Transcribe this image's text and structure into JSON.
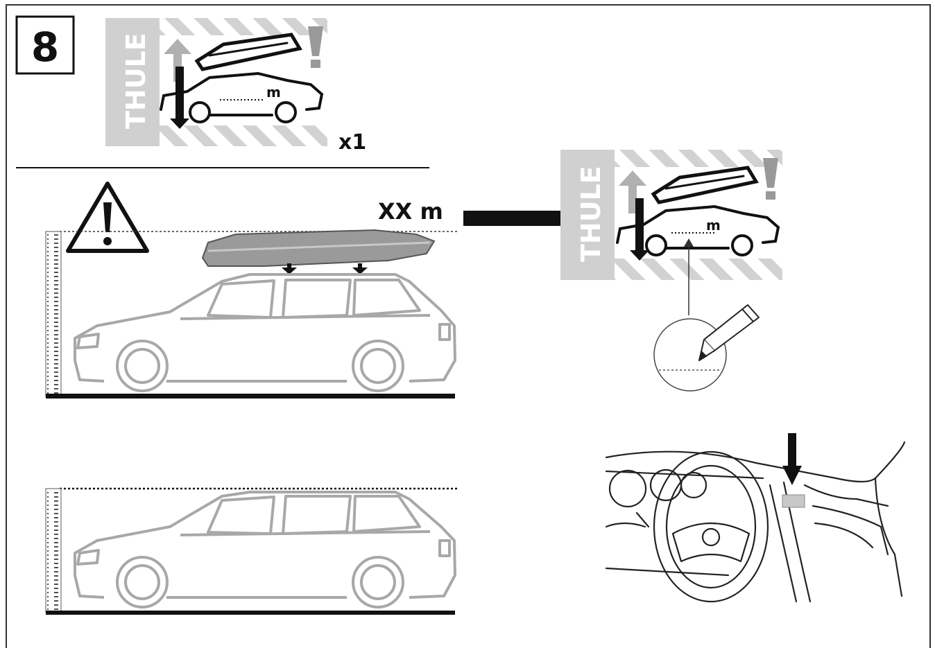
{
  "step": {
    "number": "8"
  },
  "labels": {
    "quantity": "x1",
    "height_value": "XX m",
    "sticker_unit": "m"
  },
  "brand": {
    "logo_text": "THULE"
  },
  "icons": {
    "warning": "warning-triangle-icon",
    "attention": "exclamation-icon",
    "pencil": "pencil-icon",
    "arrow": "arrow-right-icon",
    "down_arrow": "arrow-down-icon"
  },
  "colors": {
    "ink": "#1a1a1a",
    "outline_gray": "#a8a8a8",
    "sticker_gray": "#c8c8c8",
    "box_gray": "#9a9a9a"
  }
}
